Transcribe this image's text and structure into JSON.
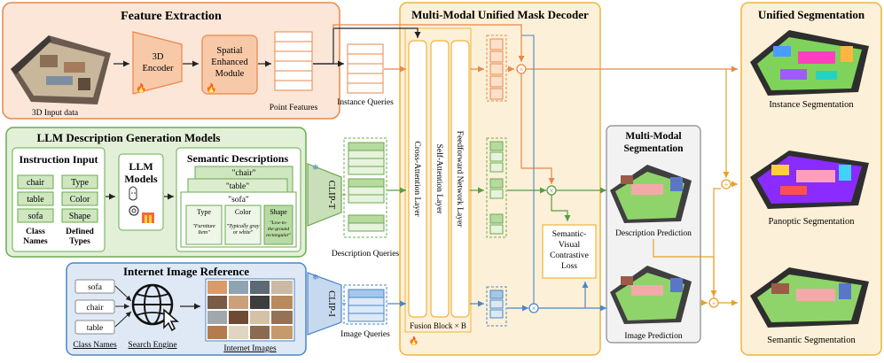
{
  "feature_extraction": {
    "title": "Feature Extraction",
    "input_label": "3D Input data",
    "encoder_line1": "3D",
    "encoder_line2": "Encoder",
    "sem_line1": "Spatial",
    "sem_line2": "Enhanced",
    "sem_line3": "Module",
    "point_features": "Point Features"
  },
  "instance_queries": "Instance Queries",
  "llm": {
    "title": "LLM Description Generation Models",
    "instruction_title": "Instruction Input",
    "classes": [
      "chair",
      "table",
      "sofa"
    ],
    "class_caption_1": "Class",
    "class_caption_2": "Names",
    "types": [
      "Type",
      "Color",
      "Shape"
    ],
    "types_caption_1": "Defined",
    "types_caption_2": "Types",
    "llm_line1": "LLM",
    "llm_line2": "Models",
    "semantic_title": "Semantic Descriptions",
    "card_chair": "\"chair\"",
    "card_table": "\"table\"",
    "card_sofa": "\"sofa\"",
    "sofa_type_head": "Type",
    "sofa_type_text_1": "\"Furniture",
    "sofa_type_text_2": "Item\"",
    "sofa_color_head": "Color",
    "sofa_color_text_1": "\"Typically gray",
    "sofa_color_text_2": "or white\"",
    "sofa_shape_head": "Shape",
    "sofa_shape_text_1": "\"Low-to-",
    "sofa_shape_text_2": "the-ground",
    "sofa_shape_text_3": "rectangular\""
  },
  "clip_t": "CLIP-T",
  "clip_i": "CLIP-I",
  "description_queries": "Description Queries",
  "image_queries": "Image Queries",
  "internet": {
    "title": "Internet Image Reference",
    "classes": [
      "sofa",
      "chair",
      "table"
    ],
    "class_names_caption": "Class Names",
    "search_engine_caption": "Search Engine",
    "internet_images_caption": "Internet Images"
  },
  "decoder": {
    "title": "Multi-Modal Unified Mask Decoder",
    "cross_attention": "Cross-Attention Layer",
    "self_attention": "Self-Attention Layer",
    "ffn": "Feedforward Network Layer",
    "fusion_block": "Fusion Block × B"
  },
  "contrastive_loss_1": "Semantic-",
  "contrastive_loss_2": "Visual",
  "contrastive_loss_3": "Contrastive",
  "contrastive_loss_4": "Loss",
  "mm_seg": {
    "title_1": "Multi-Modal",
    "title_2": "Segmentation",
    "description_prediction": "Description Prediction",
    "image_prediction": "Image Prediction"
  },
  "unified": {
    "title": "Unified Segmentation",
    "instance": "Instance Segmentation",
    "panoptic": "Panoptic Segmentation",
    "semantic": "Semantic Segmentation"
  },
  "colors": {
    "orange": "#e8874a",
    "green": "#6aab4f",
    "blue": "#4a86c8",
    "gold": "#f0b43c"
  }
}
